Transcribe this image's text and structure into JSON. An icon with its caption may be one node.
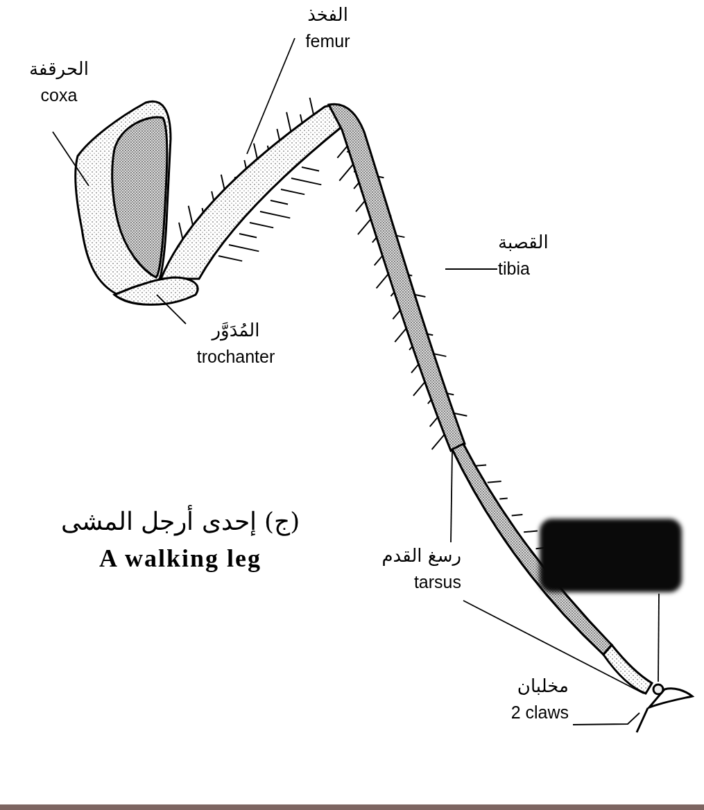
{
  "diagram": {
    "nodes": [
      {
        "text": [
          "الحرقفة",
          "coxa"
        ]
      },
      {
        "text": [
          "الفخذ",
          "femur"
        ]
      },
      {
        "text": [
          "المُدَوَّر",
          "trochanter"
        ]
      },
      {
        "text": [
          "القصبة",
          "tibia"
        ]
      },
      {
        "text": [
          "رسغ القدم",
          "tarsus"
        ]
      },
      {
        "text": [],
        "shape": "box"
      },
      {
        "text": [
          "مخلبان",
          "2 claws"
        ]
      },
      {
        "text": [],
        "shape": "picture"
      },
      {
        "text": [],
        "shape": "picture"
      },
      {
        "text": [],
        "shape": "picture"
      },
      {
        "text": [],
        "shape": "picture"
      },
      {
        "text": [],
        "shape": "picture"
      },
      {
        "text": [],
        "shape": "picture"
      },
      {
        "text": [],
        "shape": "circle"
      },
      {
        "text": [],
        "shape": "picture"
      }
    ],
    "edges": [
      {
        "from": 0,
        "to": 7,
        "arrow": "none"
      },
      {
        "from": 1,
        "to": 8,
        "arrow": "none"
      },
      {
        "from": 2,
        "to": 9,
        "arrow": "none"
      },
      {
        "from": 3,
        "to": 10,
        "arrow": "none"
      },
      {
        "from": 4,
        "to": 11,
        "arrow": "none"
      },
      {
        "from": 4,
        "to": 12,
        "arrow": "none"
      },
      {
        "from": 5,
        "to": 13,
        "arrow": "none"
      },
      {
        "from": 6,
        "to": 14,
        "arrow": "none"
      }
    ],
    "labels": [
      "(ج) إحدى أرجل المشى",
      "A walking leg"
    ]
  }
}
